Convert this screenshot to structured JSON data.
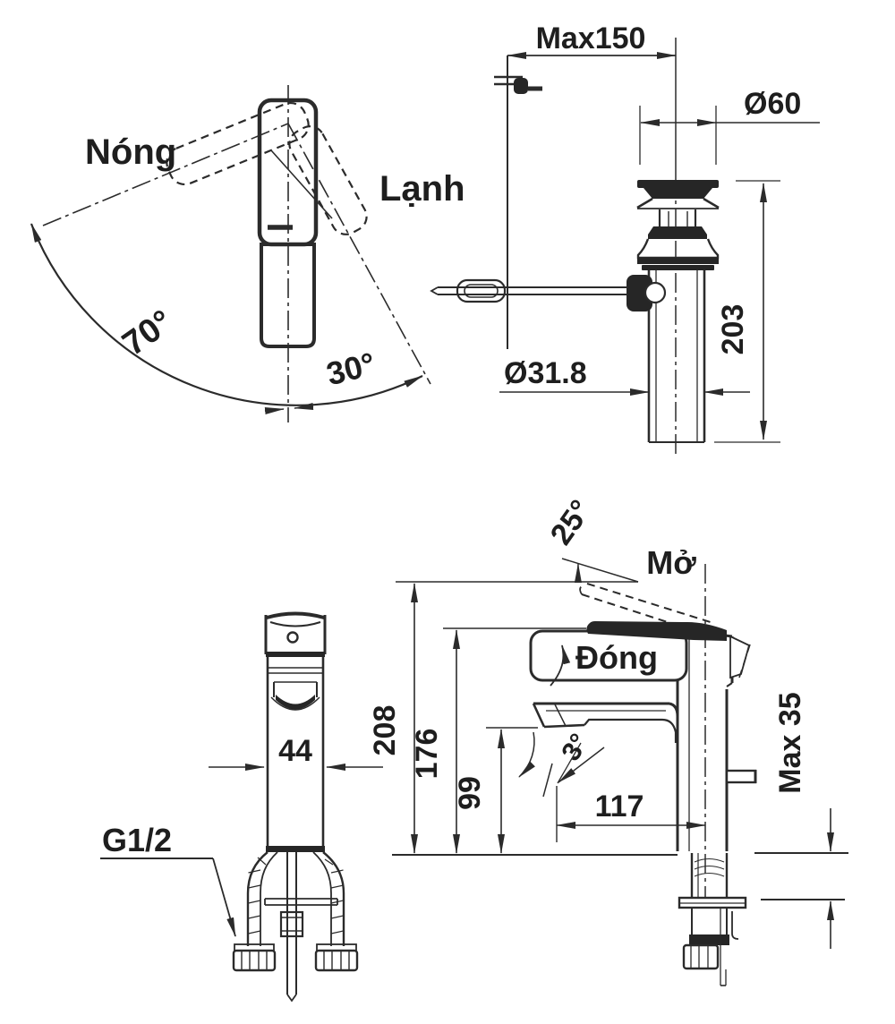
{
  "views": {
    "top": {
      "hot_label": "Nóng",
      "cold_label": "Lạnh",
      "angle_left": "70°",
      "angle_right": "30°"
    },
    "drain": {
      "max_reach": "Max150",
      "flange_diameter": "Ø60",
      "tube_diameter": "Ø31.8",
      "height": "203"
    },
    "front": {
      "body_width": "44",
      "thread_size": "G1/2"
    },
    "side": {
      "open_label": "Mở",
      "closed_label": "Đóng",
      "open_angle": "25°",
      "spout_angle": "3°",
      "total_height": "208",
      "body_height": "176",
      "spout_height": "99",
      "spout_reach": "117",
      "deck_thickness": "Max 35"
    }
  },
  "colors": {
    "line": "#2b2b2b",
    "background": "#ffffff"
  }
}
